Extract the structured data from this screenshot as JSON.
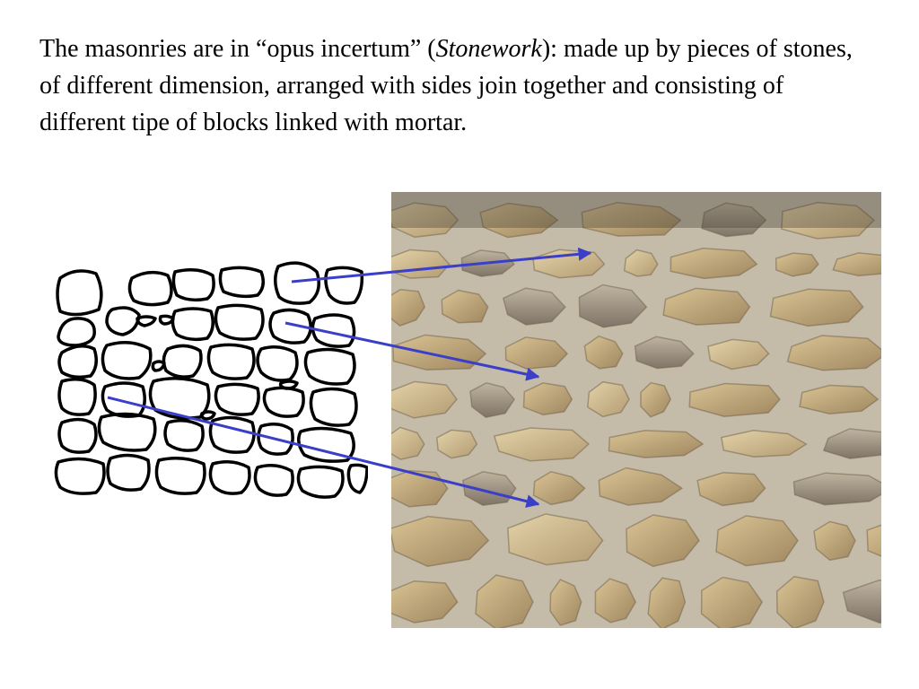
{
  "slide": {
    "text_before_italic": "The masonries are in “opus incertum” (",
    "text_italic": "Stonework",
    "text_after_italic": "): made up by pieces of stones, of different dimension, arranged with sides join together and consisting of  different tipe of blocks linked with mortar."
  },
  "colors": {
    "arrow": "#3b3fc8",
    "sketch_stroke": "#000000",
    "mortar": "#c9c2ae"
  }
}
